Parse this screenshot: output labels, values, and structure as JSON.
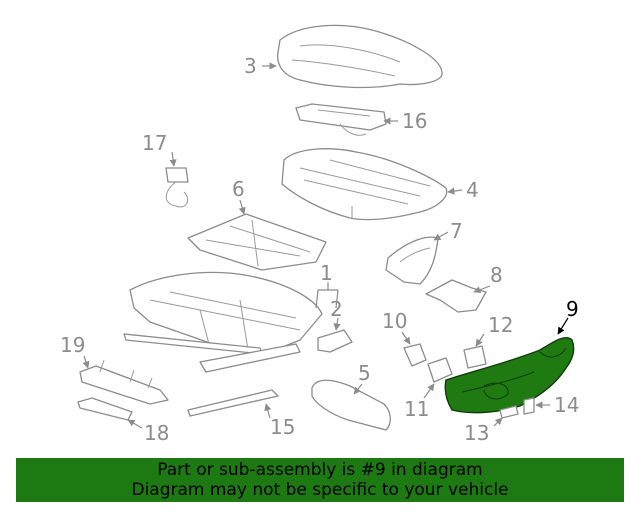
{
  "diagram": {
    "highlighted_part": "9",
    "highlight_color": "#1d7a12",
    "callouts": {
      "p1": "1",
      "p2": "2",
      "p3": "3",
      "p4": "4",
      "p5": "5",
      "p6": "6",
      "p7": "7",
      "p8": "8",
      "p9": "9",
      "p10": "10",
      "p11": "11",
      "p12": "12",
      "p13": "13",
      "p14": "14",
      "p15": "15",
      "p16": "16",
      "p17": "17",
      "p18": "18",
      "p19": "19"
    }
  },
  "banner": {
    "line1": "Part or sub-assembly is #9 in diagram",
    "line2": "Diagram may not be specific to your vehicle",
    "background": "#1d7a12"
  }
}
